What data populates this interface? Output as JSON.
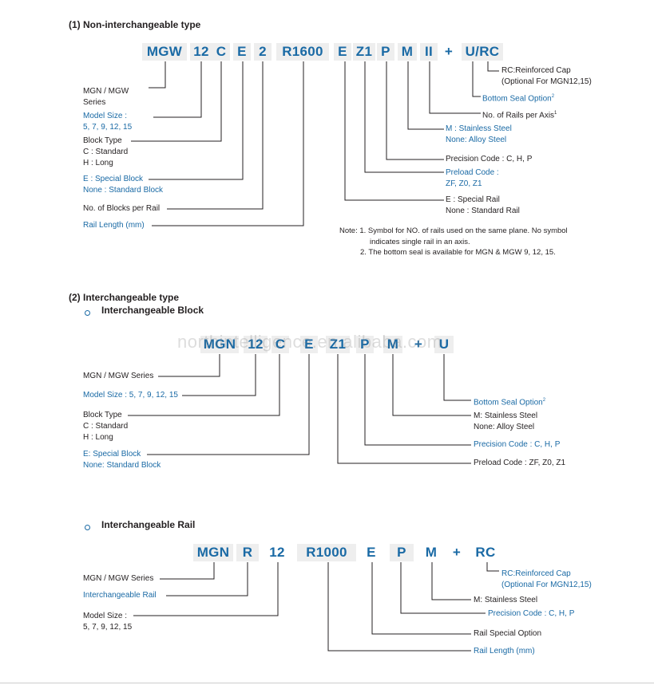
{
  "section1": {
    "title": "(1) Non-interchangeable type",
    "codes": [
      "MGW",
      "12",
      "C",
      "E",
      "2",
      "R1600",
      "E",
      "Z1",
      "P",
      "M",
      "II",
      "+",
      "U/RC"
    ],
    "left_labels": {
      "series": [
        "MGN / MGW",
        "Series"
      ],
      "model_size": [
        "Model Size :",
        "5, 7, 9, 12, 15"
      ],
      "block_type": [
        "Block Type",
        "C : Standard",
        "H : Long"
      ],
      "special_block": [
        "E : Special Block",
        "None : Standard Block"
      ],
      "blocks_per_rail": "No. of Blocks per Rail",
      "rail_length": "Rail Length (mm)"
    },
    "right_labels": {
      "rc": [
        "RC:Reinforced Cap",
        "(Optional For MGN12,15)"
      ],
      "bottom_seal": "Bottom Seal Option",
      "bottom_seal_sup": "2",
      "rails_per_axis": "No. of Rails per Axis",
      "rails_per_axis_sup": "1",
      "stainless": [
        "M : Stainless Steel",
        "None: Alloy Steel"
      ],
      "precision": "Precision Code : C, H, P",
      "preload": [
        "Preload Code :",
        "ZF, Z0, Z1"
      ],
      "special_rail": [
        "E : Special Rail",
        "None : Standard Rail"
      ]
    },
    "notes": [
      "Note: 1. Symbol for NO. of rails used on the same plane. No symbol",
      "indicates single rail in an axis.",
      "2. The bottom seal is available for MGN & MGW 9, 12, 15."
    ]
  },
  "section2": {
    "title": "(2) Interchangeable type",
    "block": {
      "title": "Interchangeable Block",
      "codes": [
        "MGN",
        "12",
        "C",
        "E",
        "Z1",
        "P",
        "M",
        "+",
        "U"
      ],
      "left_labels": {
        "series": "MGN / MGW Series",
        "model_size": "Model Size : 5, 7, 9, 12, 15",
        "block_type": [
          "Block Type",
          "C : Standard",
          "H : Long"
        ],
        "special_block": [
          "E: Special Block",
          "None: Standard Block"
        ]
      },
      "right_labels": {
        "bottom_seal": "Bottom Seal Option",
        "bottom_seal_sup": "2",
        "stainless": [
          "M: Stainless Steel",
          "None: Alloy Steel"
        ],
        "precision": "Precision Code : C, H, P",
        "preload": "Preload Code : ZF, Z0, Z1"
      }
    },
    "rail": {
      "title": "Interchangeable Rail",
      "codes": [
        "MGN",
        "R",
        "12",
        "R1000",
        "E",
        "P",
        "M",
        "+",
        "RC"
      ],
      "left_labels": {
        "series": "MGN / MGW Series",
        "interchangeable_rail": "Interchangeable Rail",
        "model_size": [
          "Model Size :",
          "5, 7, 9, 12, 15"
        ]
      },
      "right_labels": {
        "rc": [
          "RC:Reinforced Cap",
          "(Optional For MGN12,15)"
        ],
        "stainless": "M: Stainless Steel",
        "precision": "Precision Code : C, H, P",
        "rail_special": "Rail Special Option",
        "rail_length": "Rail Length (mm)"
      }
    }
  },
  "watermark": "northintelligence.en.alibaba.com"
}
